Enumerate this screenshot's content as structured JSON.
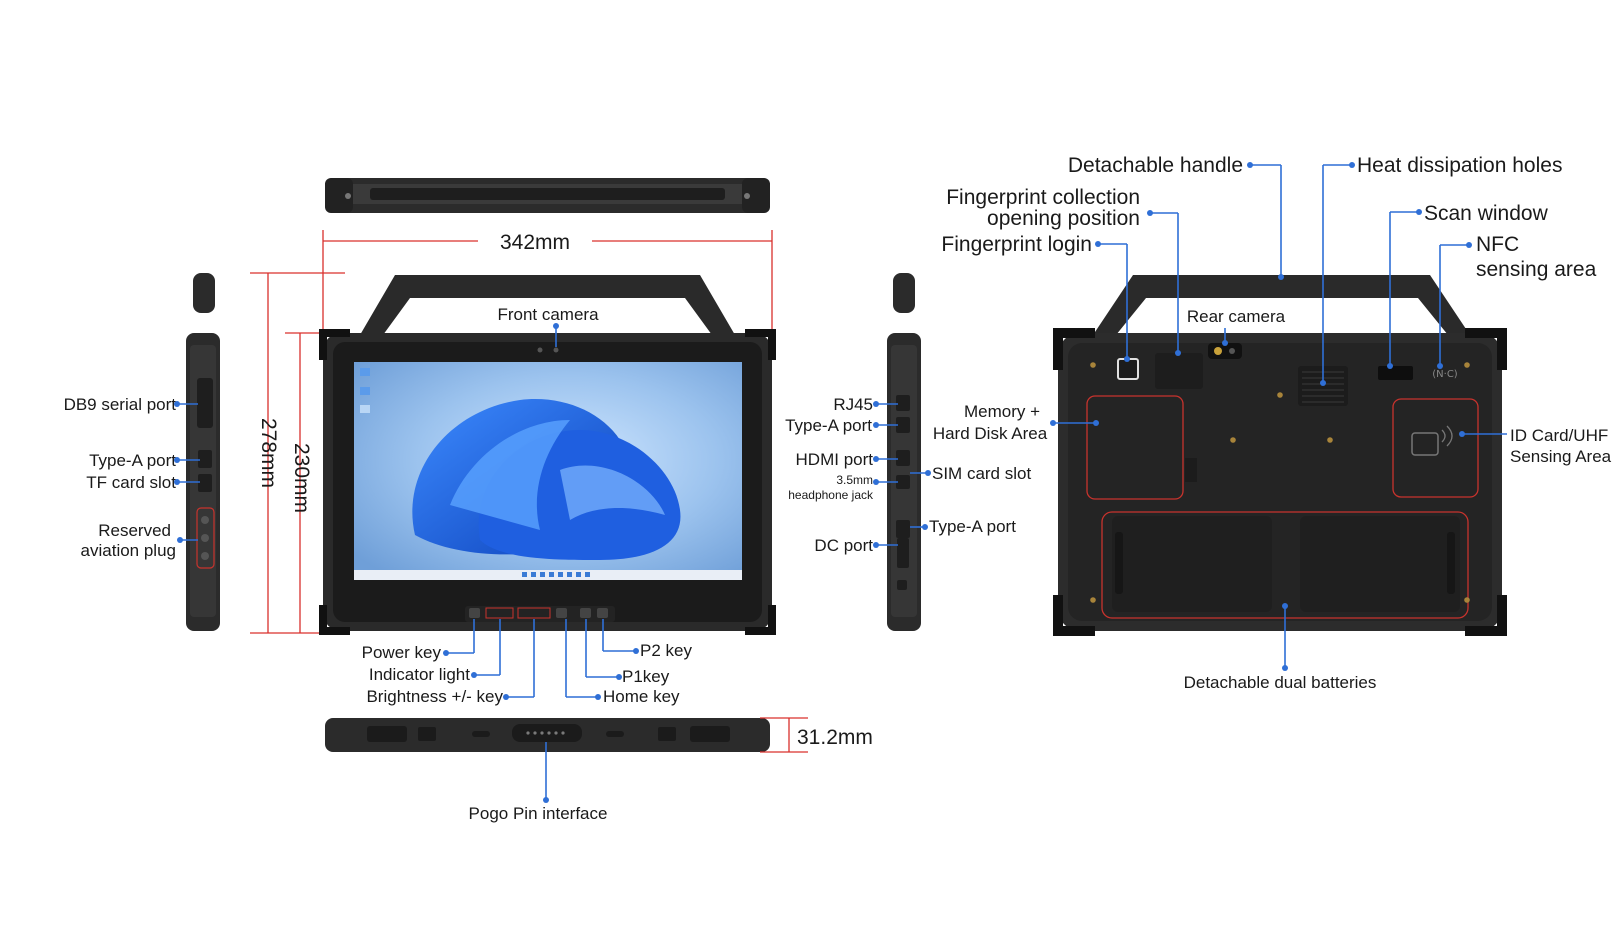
{
  "dimensions": {
    "width": "342mm",
    "height_total": "278mm",
    "height_body": "230mm",
    "thickness": "31.2mm"
  },
  "labels": {
    "front_camera": "Front camera",
    "db9": "DB9 serial port",
    "type_a_left": "Type-A port",
    "tf_card": "TF card slot",
    "reserved_1": "Reserved",
    "reserved_2": "aviation plug",
    "power_key": "Power key",
    "indicator": "Indicator light",
    "brightness": "Brightness +/- key",
    "p2": "P2 key",
    "p1": "P1key",
    "home": "Home key",
    "pogo": "Pogo Pin interface",
    "rj45": "RJ45",
    "type_a_right": "Type-A port",
    "hdmi": "HDMI port",
    "jack_1": "3.5mm",
    "jack_2": "headphone jack",
    "sim": "SIM card slot",
    "type_a_side": "Type-A port",
    "dc": "DC port",
    "handle": "Detachable handle",
    "heat": "Heat dissipation holes",
    "fp_collect_1": "Fingerprint collection",
    "fp_collect_2": "opening position",
    "fp_login": "Fingerprint login",
    "scan": "Scan window",
    "nfc_1": "NFC",
    "nfc_2": "sensing area",
    "rear_camera": "Rear camera",
    "memory_1": "Memory +",
    "memory_2": "Hard Disk Area",
    "idcard_1": "ID Card/UHF",
    "idcard_2": "Sensing Area",
    "batteries": "Detachable dual batteries"
  },
  "colors": {
    "leader": "#2f6fd6",
    "dimension": "#d9302c",
    "device": "#2a2a2a"
  }
}
